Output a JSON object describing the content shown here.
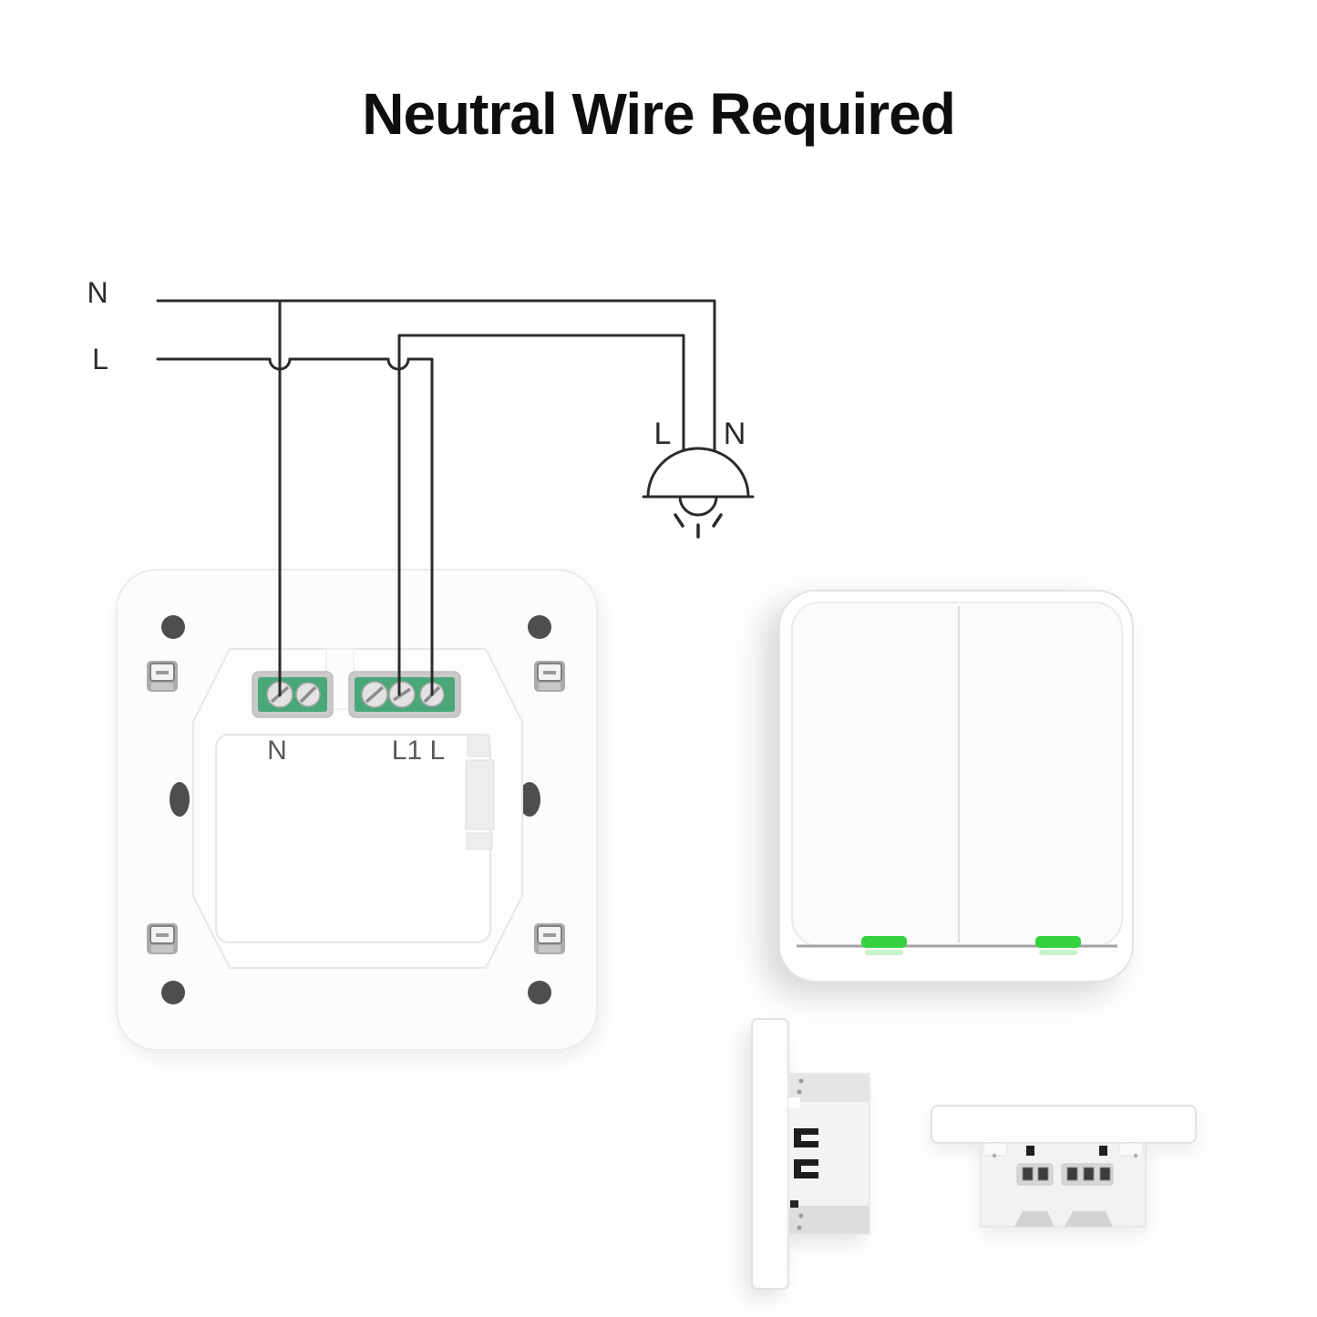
{
  "title": "Neutral Wire Required",
  "colors": {
    "wire": "#2b2b2b",
    "terminal_block_green": "#4aa878",
    "indicator_green": "#35d13f",
    "screw_hole_gray": "#4e4e4e"
  },
  "wiring_diagram": {
    "supply": {
      "neutral_label": "N",
      "live_label": "L"
    },
    "lamp": {
      "live_label": "L",
      "neutral_label": "N"
    }
  },
  "switch_back_view": {
    "terminals": {
      "neutral_label": "N",
      "load_live_label": "L1 L"
    }
  },
  "switch_front_view": {
    "rocker_count": 2
  }
}
